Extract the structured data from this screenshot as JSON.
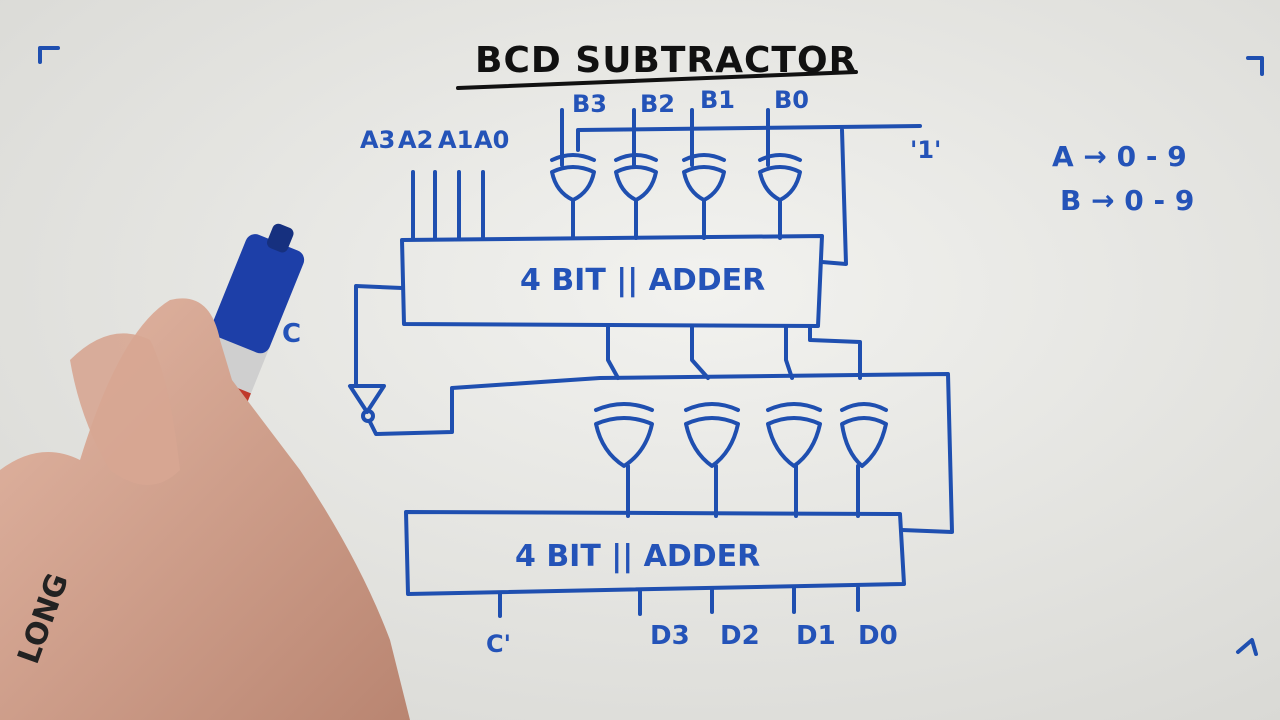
{
  "title": "BCD SUBTRACTOR",
  "inputs_a": [
    "A3",
    "A2",
    "A1",
    "A0"
  ],
  "inputs_b": [
    "B3",
    "B2",
    "B1",
    "B0"
  ],
  "control_label": "'1'",
  "adder_top_label": "4 BIT || ADDER",
  "adder_bottom_label": "4 BIT || ADDER",
  "carry_label": "C",
  "carry_out_label": "C'",
  "outputs": [
    "D3",
    "D2",
    "D1",
    "D0"
  ],
  "ranges": [
    "A → 0 - 9",
    "B → 0 - 9"
  ],
  "colors": {
    "ink": "#1f4fb0",
    "paper": "#e9e9e6",
    "title": "#111111"
  },
  "marker": {
    "brand": "LONG"
  }
}
